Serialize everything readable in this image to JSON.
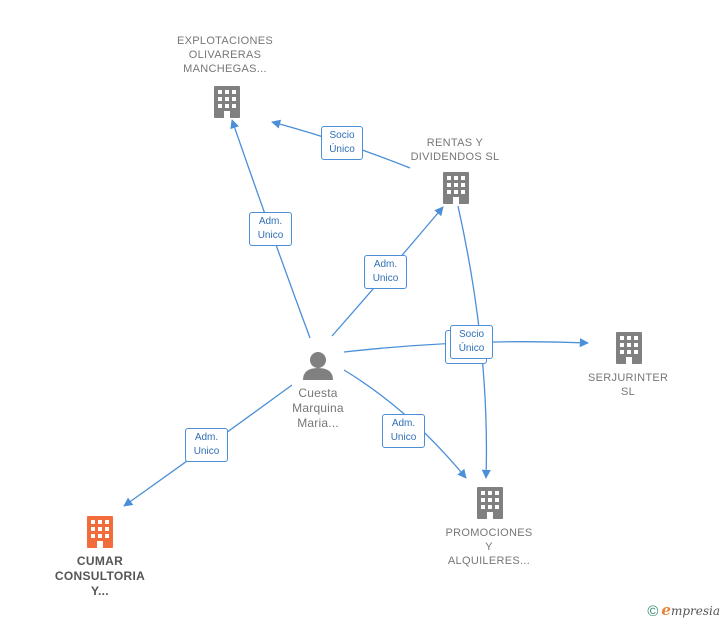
{
  "nodes": {
    "explotaciones": {
      "lines": [
        "EXPLOTACIONES",
        "OLIVARERAS",
        "MANCHEGAS..."
      ],
      "icon": "building-icon",
      "color": "#808080"
    },
    "rentas": {
      "lines": [
        "RENTAS Y",
        "DIVIDENDOS SL"
      ],
      "icon": "building-icon",
      "color": "#808080"
    },
    "serjurinter": {
      "lines": [
        "SERJURINTER",
        "SL"
      ],
      "icon": "building-icon",
      "color": "#808080"
    },
    "promociones": {
      "lines": [
        "PROMOCIONES",
        "Y",
        "ALQUILERES..."
      ],
      "icon": "building-icon",
      "color": "#808080"
    },
    "cumar": {
      "lines": [
        "CUMAR",
        "CONSULTORIA",
        "Y..."
      ],
      "icon": "building-icon",
      "color": "#f26b3a"
    },
    "person": {
      "lines": [
        "Cuesta",
        "Marquina",
        "Maria..."
      ],
      "icon": "person-icon",
      "color": "#808080"
    }
  },
  "edges": [
    {
      "id": "socio-unico-rentas-explotaciones",
      "lines": [
        "Socio",
        "Único"
      ]
    },
    {
      "id": "adm-unico-person-explotaciones",
      "lines": [
        "Adm.",
        "Unico"
      ]
    },
    {
      "id": "adm-unico-person-rentas",
      "lines": [
        "Adm.",
        "Unico"
      ]
    },
    {
      "id": "socio-unico-rentas-promociones",
      "lines": [
        "Socio",
        "Único"
      ]
    },
    {
      "id": "adm-unico-person-promociones",
      "lines": [
        "Adm.",
        "Unico"
      ]
    },
    {
      "id": "adm-unico-person-cumar",
      "lines": [
        "Adm.",
        "Unico"
      ]
    }
  ],
  "colors": {
    "edge": "#4a8fd8",
    "node": "#808080",
    "highlight": "#f26b3a"
  },
  "footer": {
    "copyright": "©",
    "brand_initial": "e",
    "brand_rest": "mpresia"
  }
}
